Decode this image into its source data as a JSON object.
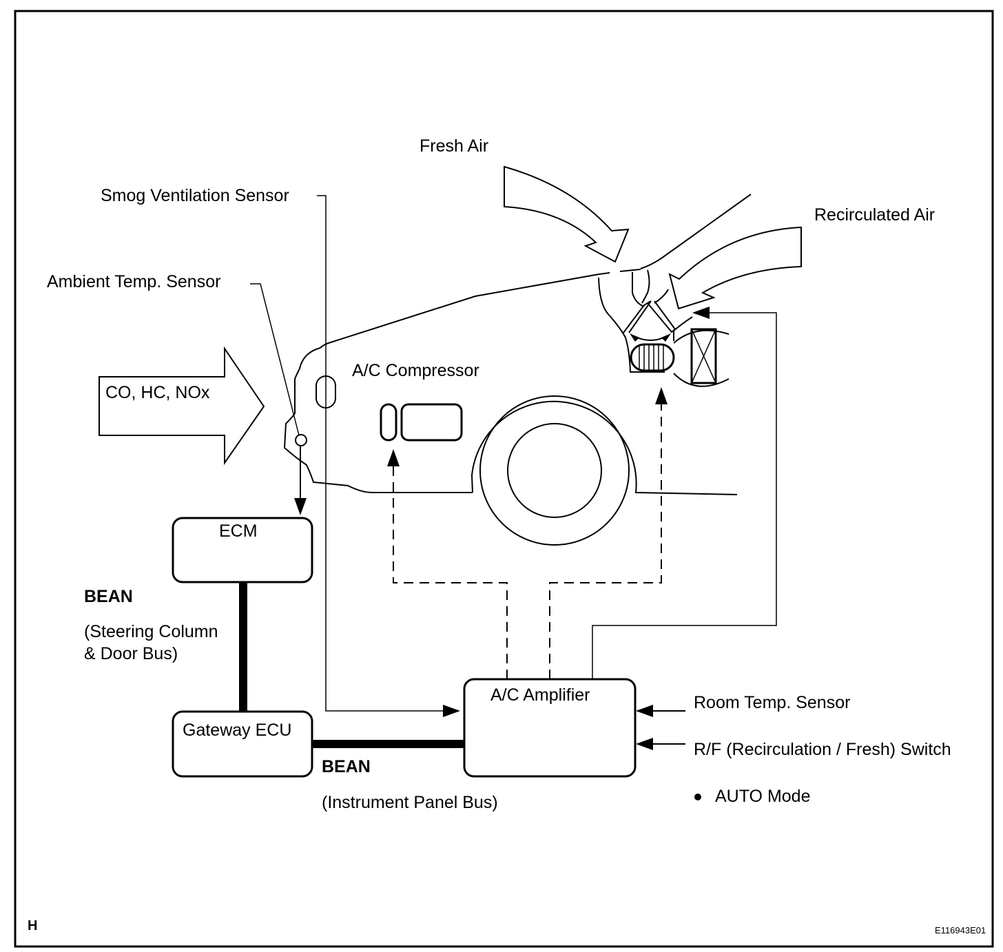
{
  "diagram": {
    "labels": {
      "fresh_air": "Fresh Air",
      "recirculated_air": "Recirculated Air",
      "smog_ventilation_sensor": "Smog Ventilation Sensor",
      "ambient_temp_sensor": "Ambient Temp. Sensor",
      "ac_compressor": "A/C Compressor",
      "pollutants": "CO, HC, NOx",
      "ecm": "ECM",
      "gateway_ecu": "Gateway ECU",
      "ac_amplifier": "A/C Amplifier",
      "bean_left": "BEAN",
      "bean_left_desc_line1": "(Steering Column",
      "bean_left_desc_line2": "& Door Bus)",
      "bean_bottom": "BEAN",
      "bean_bottom_desc": "(Instrument Panel Bus)",
      "room_temp_sensor": "Room Temp. Sensor",
      "rf_switch": "R/F (Recirculation / Fresh) Switch",
      "auto_mode": "AUTO Mode"
    },
    "corner_mark": "H",
    "figure_id": "E116943E01"
  }
}
